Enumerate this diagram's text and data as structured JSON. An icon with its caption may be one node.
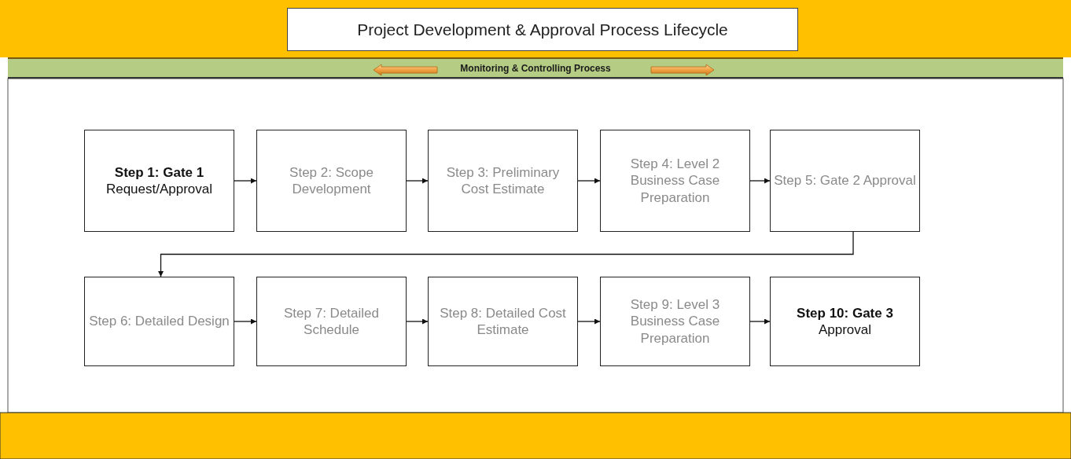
{
  "diagram": {
    "title": "Project Development & Approval Process Lifecycle",
    "nodes": [
      {
        "text": [
          "Monitoring & Controlling Process"
        ]
      },
      {
        "text": [
          "Step 1: Gate 1",
          "Request/Approval"
        ]
      },
      {
        "text": [
          "Step 2: Scope Development"
        ]
      },
      {
        "text": [
          "Step 3: Preliminary Cost Estimate"
        ]
      },
      {
        "text": [
          "Step 4: Level 2 Business Case Preparation"
        ]
      },
      {
        "text": [
          "Step 5: Gate 2 Approval"
        ]
      },
      {
        "text": [
          "Step 6: Detailed Design"
        ]
      },
      {
        "text": [
          "Step 7: Detailed Schedule"
        ]
      },
      {
        "text": [
          "Step 8: Detailed Cost Estimate"
        ]
      },
      {
        "text": [
          "Step 9: Level 3 Business Case Preparation"
        ]
      },
      {
        "text": [
          "Step 10: Gate 3",
          "Approval"
        ]
      }
    ],
    "edges": [
      {
        "from": 1,
        "to": 2,
        "arrow": "to"
      },
      {
        "from": 2,
        "to": 3,
        "arrow": "to"
      },
      {
        "from": 3,
        "to": 4,
        "arrow": "to"
      },
      {
        "from": 4,
        "to": 5,
        "arrow": "to"
      },
      {
        "from": 5,
        "to": 6,
        "arrow": "to"
      },
      {
        "from": 6,
        "to": 7,
        "arrow": "to"
      },
      {
        "from": 7,
        "to": 8,
        "arrow": "to"
      },
      {
        "from": 8,
        "to": 9,
        "arrow": "to"
      },
      {
        "from": 9,
        "to": 10,
        "arrow": "to"
      }
    ]
  }
}
